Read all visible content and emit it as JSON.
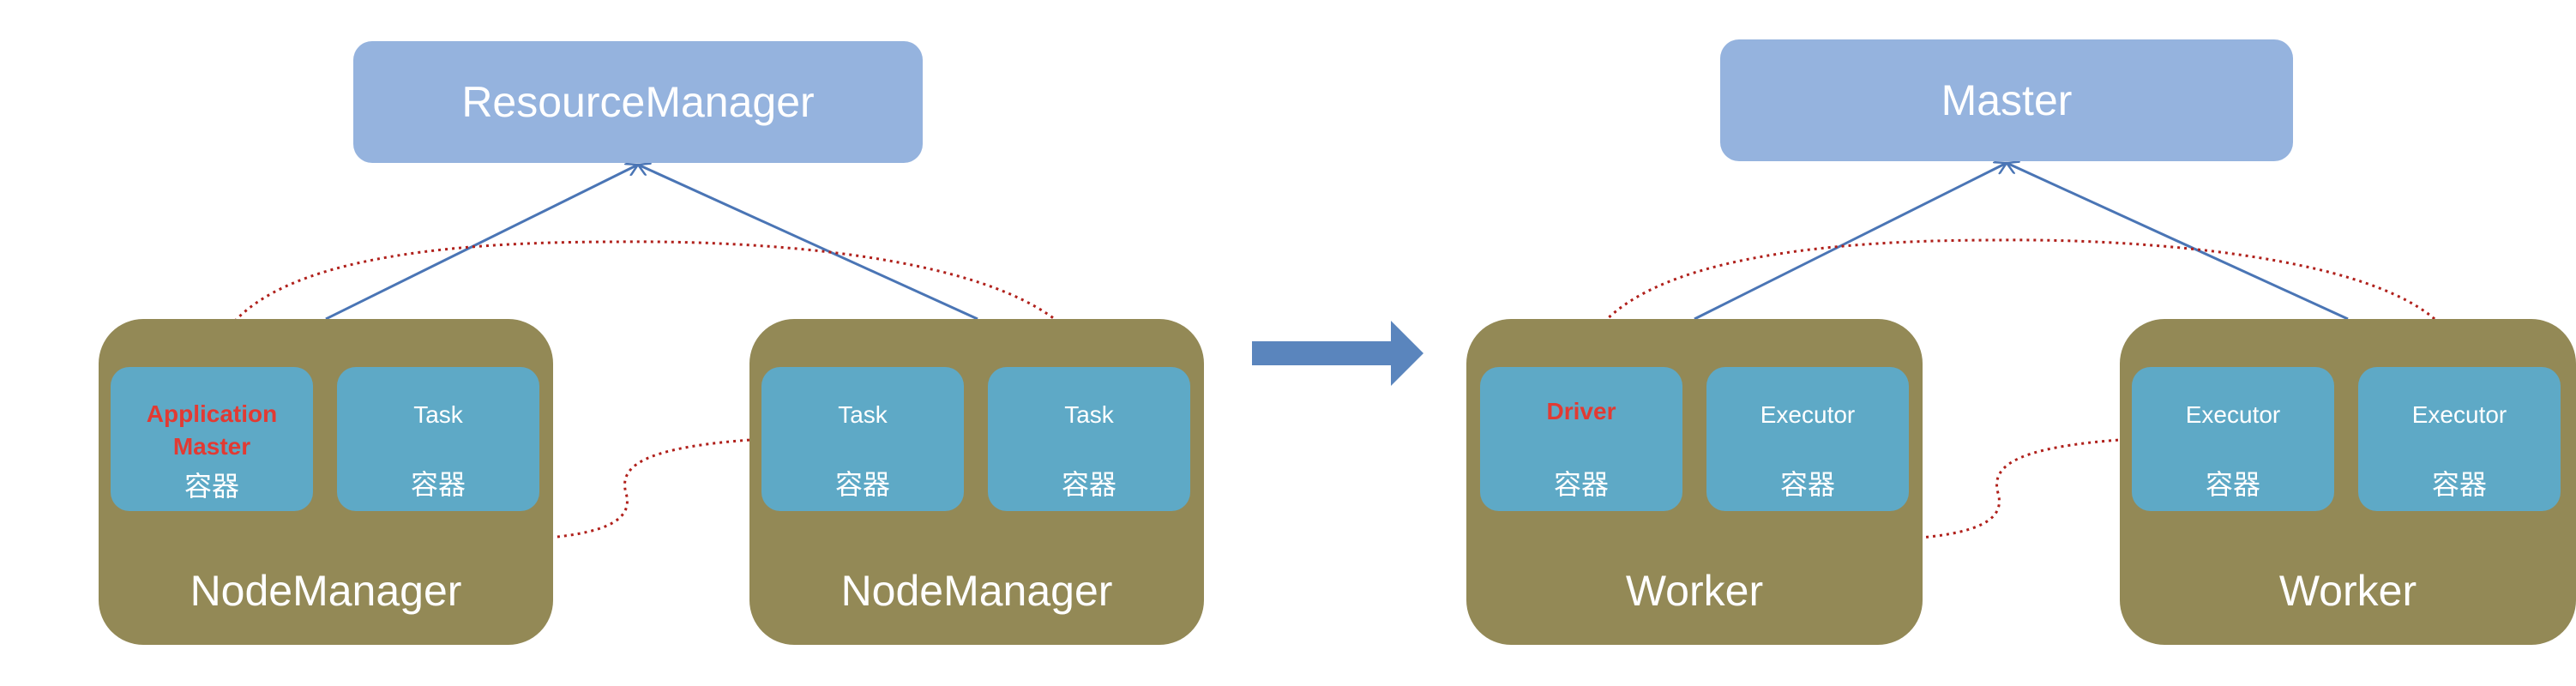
{
  "left": {
    "top_box": "ResourceManager",
    "nodes": [
      {
        "label": "NodeManager",
        "containers": [
          {
            "title": "Application Master",
            "title_lines": [
              "Application",
              "Master"
            ],
            "sub": "容器",
            "highlight": true
          },
          {
            "title": "Task",
            "sub": "容器",
            "highlight": false
          }
        ]
      },
      {
        "label": "NodeManager",
        "containers": [
          {
            "title": "Task",
            "sub": "容器",
            "highlight": false
          },
          {
            "title": "Task",
            "sub": "容器",
            "highlight": false
          }
        ]
      }
    ]
  },
  "right": {
    "top_box": "Master",
    "nodes": [
      {
        "label": "Worker",
        "containers": [
          {
            "title": "Driver",
            "sub": "容器",
            "highlight": true
          },
          {
            "title": "Executor",
            "sub": "容器",
            "highlight": false
          }
        ]
      },
      {
        "label": "Worker",
        "containers": [
          {
            "title": "Executor",
            "sub": "容器",
            "highlight": false
          },
          {
            "title": "Executor",
            "sub": "容器",
            "highlight": false
          }
        ]
      }
    ]
  },
  "colors": {
    "top_box": "#95b3de",
    "node": "#938956",
    "container": "#5ea9c6",
    "highlight_text": "#e23a33",
    "connector": "#4a75b5",
    "dotted_arrow": "#b0201b",
    "transition_arrow": "#5a85bd"
  },
  "icons": {
    "transition": "right-arrow-icon"
  }
}
